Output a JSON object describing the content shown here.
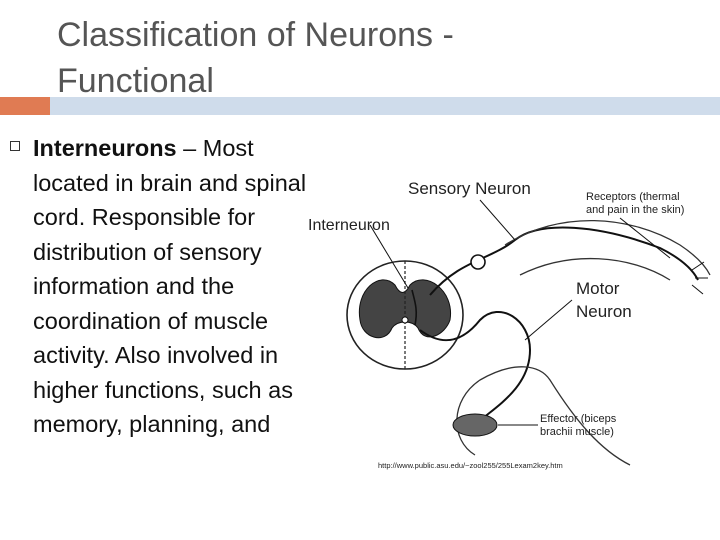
{
  "slide": {
    "title_line1": "Classification of Neurons -",
    "title_line2": "Functional",
    "accent_color": "#E07B53",
    "rule_color": "#CFDCEB",
    "bullet": {
      "term": "Interneurons",
      "text": " – Most located in brain and spinal cord. Responsible for distribution of sensory information and the coordination of muscle activity. Also involved in higher functions, such as memory, planning, and"
    }
  },
  "diagram": {
    "labels": {
      "sensory_neuron": "Sensory Neuron",
      "interneuron": "Interneuron",
      "receptors_line1": "Receptors (thermal",
      "receptors_line2": "and pain in the skin)",
      "motor_line1": "Motor",
      "motor_line2": "Neuron",
      "effector_line1": "Effector (biceps",
      "effector_line2": "brachii muscle)",
      "source_url": "http://www.public.asu.edu/~zool255/255Lexam2key.htm"
    }
  }
}
